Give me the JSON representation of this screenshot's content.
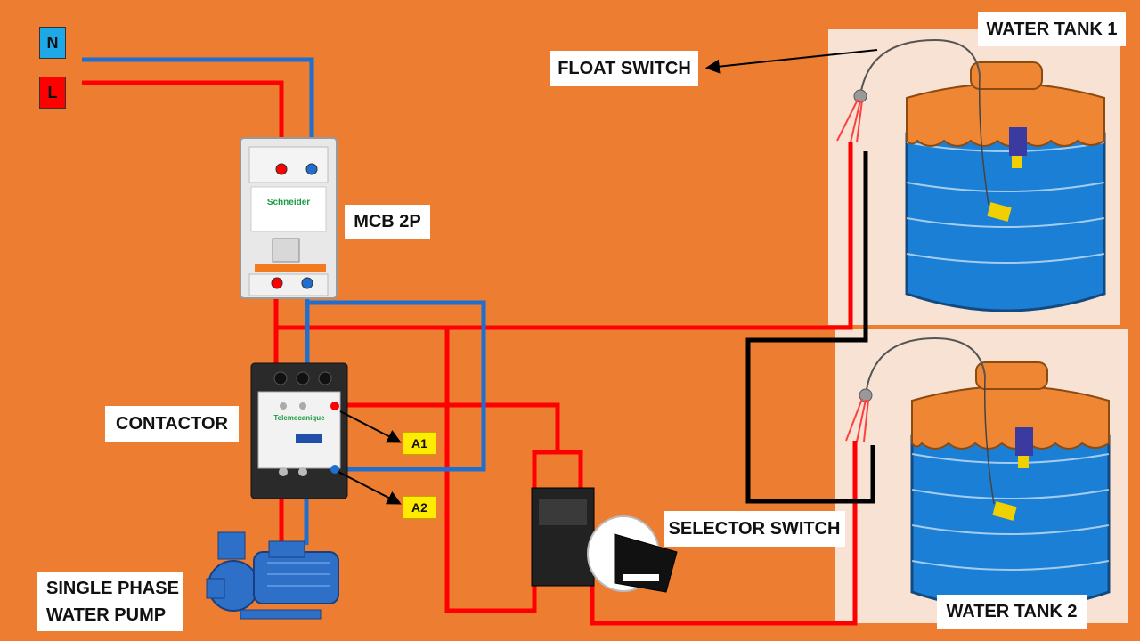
{
  "supply": {
    "neutral": "N",
    "line": "L"
  },
  "labels": {
    "float_switch": "FLOAT SWITCH",
    "water_tank_1": "WATER TANK 1",
    "water_tank_2": "WATER TANK 2",
    "mcb": "MCB 2P",
    "contactor": "CONTACTOR",
    "a1": "A1",
    "a2": "A2",
    "selector_switch": "SELECTOR SWITCH",
    "pump_line1": "SINGLE PHASE",
    "pump_line2": "WATER PUMP"
  },
  "brand": {
    "mcb": "Schneider",
    "contactor": "Telemecanique"
  },
  "colors": {
    "background": "#ED7D31",
    "live_wire": "#FF0000",
    "neutral_wire": "#1F6FD1",
    "float_wire": "#000000",
    "neutral_badge": "#1FA8E8",
    "line_badge": "#FF0000",
    "tank_water": "#1C7FD6",
    "tank_top": "#EE8634",
    "tag_yellow": "#FFEB00"
  }
}
